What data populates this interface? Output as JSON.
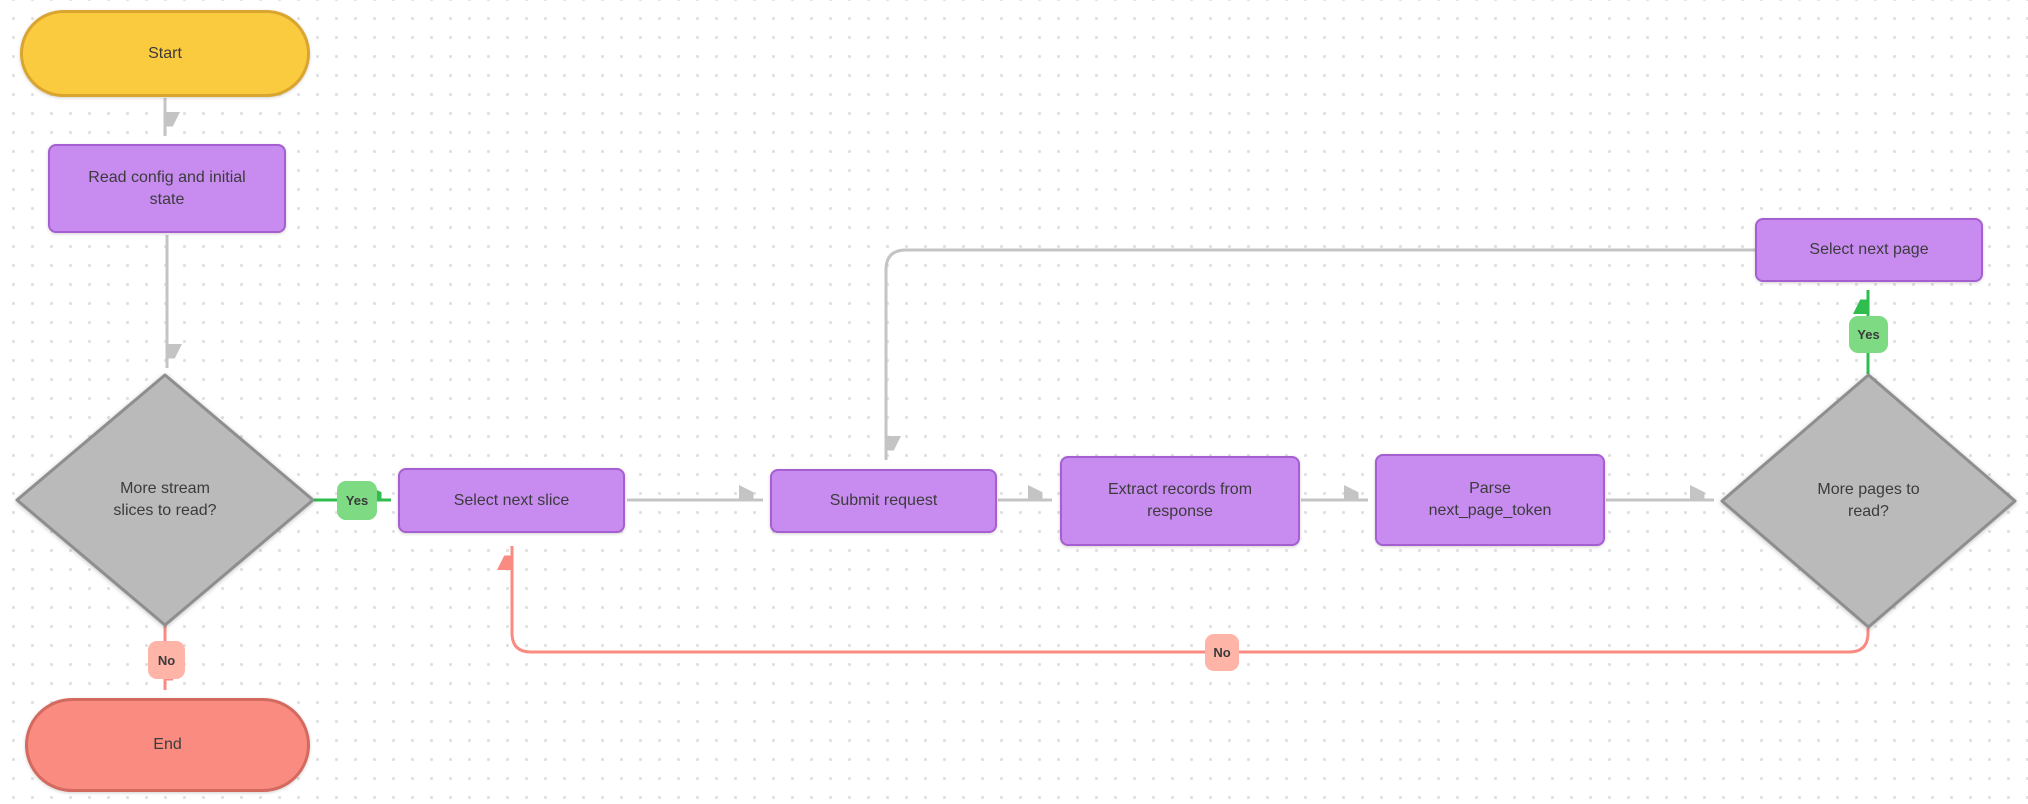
{
  "diagram": {
    "colors": {
      "start_fill": "#fbcb3f",
      "start_border": "#d9a52e",
      "end_fill": "#f98b80",
      "end_border": "#d4695f",
      "process_fill": "#c88cf1",
      "process_border": "#a55fd0",
      "decision_fill": "#bababa",
      "decision_border": "#8e8e8e",
      "edge_gray": "#c4c4c4",
      "edge_green": "#2ebd4e",
      "edge_red": "#f98b82",
      "label_yes_bg": "#7edb84",
      "label_no_bg": "#ffb4a8",
      "text": "#3b3b3b"
    },
    "nodes": {
      "start": {
        "label": "Start",
        "type": "terminal"
      },
      "read_config": {
        "label": "Read config and initial\nstate",
        "type": "process"
      },
      "more_slices": {
        "label": "More stream\nslices to read?",
        "type": "decision"
      },
      "select_slice": {
        "label": "Select next slice",
        "type": "process"
      },
      "submit_request": {
        "label": "Submit request",
        "type": "process"
      },
      "extract_records": {
        "label": "Extract records from\nresponse",
        "type": "process"
      },
      "parse_token": {
        "label": "Parse\nnext_page_token",
        "type": "process"
      },
      "more_pages": {
        "label": "More pages to\nread?",
        "type": "decision"
      },
      "select_page": {
        "label": "Select next page",
        "type": "process"
      },
      "end": {
        "label": "End",
        "type": "terminal"
      }
    },
    "edge_labels": {
      "yes_left": "Yes",
      "no_left": "No",
      "yes_right": "Yes",
      "no_bottom": "No"
    }
  }
}
